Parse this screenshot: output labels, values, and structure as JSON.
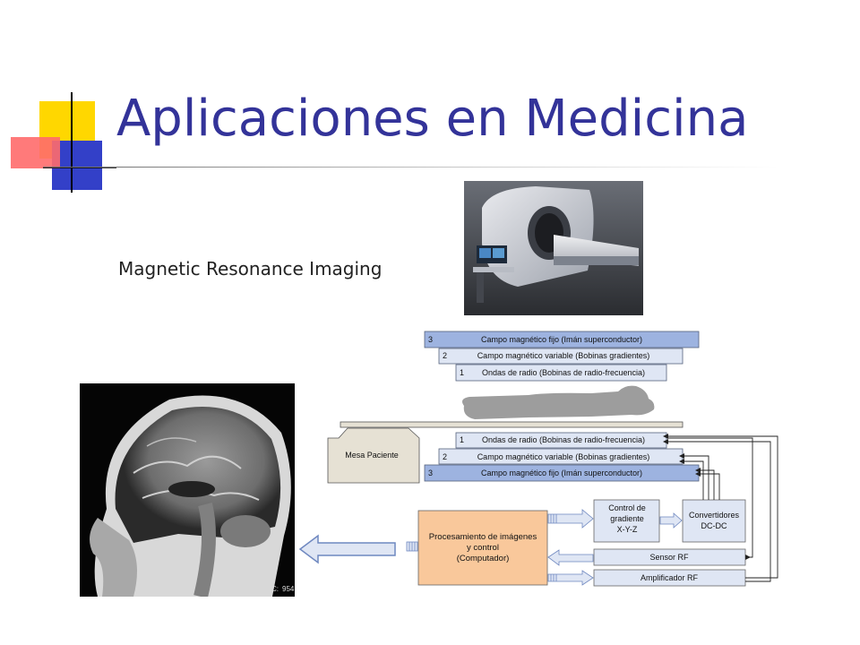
{
  "slide": {
    "title": "Aplicaciones en Medicina",
    "subtitle": "Magnetic Resonance Imaging"
  },
  "scan": {
    "corner_label": "C:",
    "corner_number": "954"
  },
  "diagram": {
    "top_stack": [
      {
        "num": "3",
        "label": "Campo magnético fijo (Imán superconductor)"
      },
      {
        "num": "2",
        "label": "Campo magnético variable (Bobinas gradientes)"
      },
      {
        "num": "1",
        "label": "Ondas de radio (Bobinas de radio-frecuencia)"
      }
    ],
    "bottom_stack": [
      {
        "num": "1",
        "label": "Ondas de radio (Bobinas de radio-frecuencia)"
      },
      {
        "num": "2",
        "label": "Campo magnético variable (Bobinas gradientes)"
      },
      {
        "num": "3",
        "label": "Campo magnético fijo (Imán superconductor)"
      }
    ],
    "patient_table": "Mesa Paciente",
    "processing": [
      "Procesamiento de imágenes",
      "y control",
      "(Computador)"
    ],
    "gradient_control": [
      "Control de",
      "gradiente",
      "X-Y-Z"
    ],
    "converters": [
      "Convertidores",
      "DC-DC"
    ],
    "rf_sensor": "Sensor RF",
    "rf_amplifier": "Amplificador RF",
    "colors": {
      "coil_fill": "#9db3e0",
      "box_fill": "#dfe6f4",
      "processing_fill": "#f9c89b",
      "table_fill": "#e6e1d4",
      "silhouette": "#9d9d9d"
    }
  }
}
